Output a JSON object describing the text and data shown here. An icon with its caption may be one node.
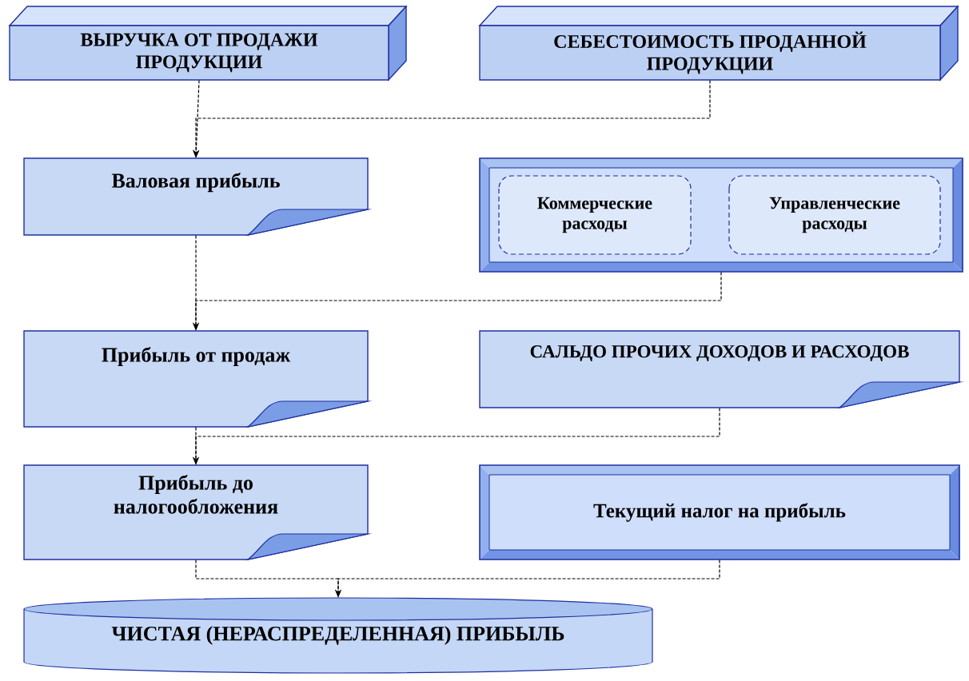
{
  "diagram": {
    "nodes": [
      {
        "text": [
          "ВЫРУЧКА ОТ ПРОДАЖИ ПРОДУКЦИИ"
        ]
      },
      {
        "text": [
          "СЕБЕСТОИМОСТЬ ПРОДАННОЙ ПРОДУКЦИИ"
        ]
      },
      {
        "text": [
          "Валовая прибыль"
        ]
      },
      {
        "text": [],
        "shape": "box"
      },
      {
        "text": [
          "Коммерческие расходы"
        ],
        "in": 3
      },
      {
        "text": [
          "Управленческие расходы"
        ],
        "in": 3
      },
      {
        "text": [
          "Прибыль от продаж"
        ]
      },
      {
        "text": [
          "САЛЬДО ПРОЧИХ ДОХОДОВ И РАСХОДОВ"
        ]
      },
      {
        "text": [
          "Прибыль до налогообложения"
        ]
      },
      {
        "text": [
          "Текущий налог на прибыль"
        ]
      },
      {
        "text": [
          "ЧИСТАЯ (НЕРАСПРЕДЕЛЕННАЯ) ПРИБЫЛЬ"
        ]
      }
    ],
    "edges": [
      {
        "from": 0,
        "to": 2,
        "arrow": "to"
      },
      {
        "from": 1,
        "to": 2,
        "arrow": "to"
      },
      {
        "from": 2,
        "to": 6,
        "arrow": "to"
      },
      {
        "from": 3,
        "to": 6,
        "arrow": "to"
      },
      {
        "from": 6,
        "to": 8,
        "arrow": "to"
      },
      {
        "from": 7,
        "to": 8,
        "arrow": "to"
      },
      {
        "from": 8,
        "to": 10,
        "arrow": "to"
      },
      {
        "from": 9,
        "to": 10,
        "arrow": "to"
      }
    ]
  }
}
